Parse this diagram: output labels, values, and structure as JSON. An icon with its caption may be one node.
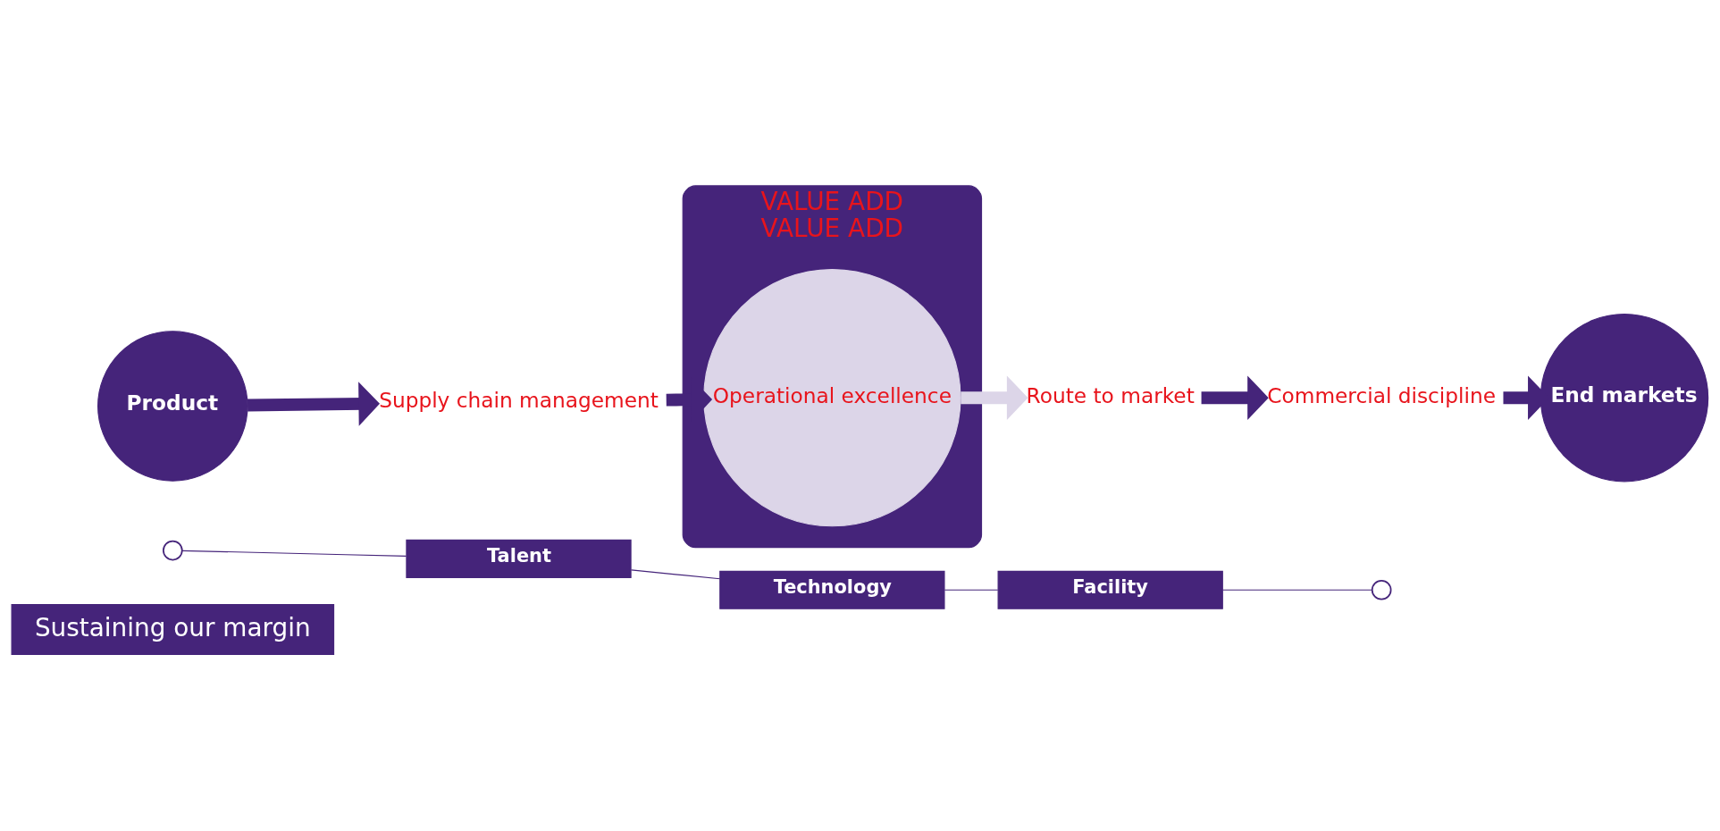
{
  "diagram": {
    "nodes": [
      {
        "text": [
          "Product"
        ]
      },
      {
        "text": [
          "Supply chain management"
        ]
      },
      {
        "text": [
          "VALUE ADD",
          "VALUE ADD"
        ]
      },
      {
        "text": [
          "Operational excellence"
        ],
        "in": 2
      },
      {
        "text": [
          "Route to market"
        ]
      },
      {
        "text": [
          "Commercial discipline"
        ]
      },
      {
        "text": [
          "End markets"
        ]
      },
      {
        "text": [],
        "shape": "circle"
      },
      {
        "text": [
          "Talent"
        ]
      },
      {
        "text": [
          "Technology"
        ]
      },
      {
        "text": [
          "Facility"
        ]
      },
      {
        "text": [],
        "shape": "circle"
      },
      {
        "text": [
          "Sustaining our margin"
        ]
      }
    ],
    "edges": [
      {
        "from": 0,
        "to": 1,
        "arrow": "to"
      },
      {
        "from": 1,
        "to": 3,
        "arrow": "to"
      },
      {
        "from": 3,
        "to": 4,
        "arrow": "to",
        "color": "#dcd5e8"
      },
      {
        "from": 4,
        "to": 5,
        "arrow": "to"
      },
      {
        "from": 5,
        "to": 6,
        "arrow": "to"
      },
      {
        "from": 7,
        "to": 8,
        "arrow": "none"
      },
      {
        "from": 8,
        "to": 9,
        "arrow": "none"
      },
      {
        "from": 9,
        "to": 10,
        "arrow": "none"
      },
      {
        "from": 10,
        "to": 11,
        "arrow": "none"
      }
    ]
  }
}
